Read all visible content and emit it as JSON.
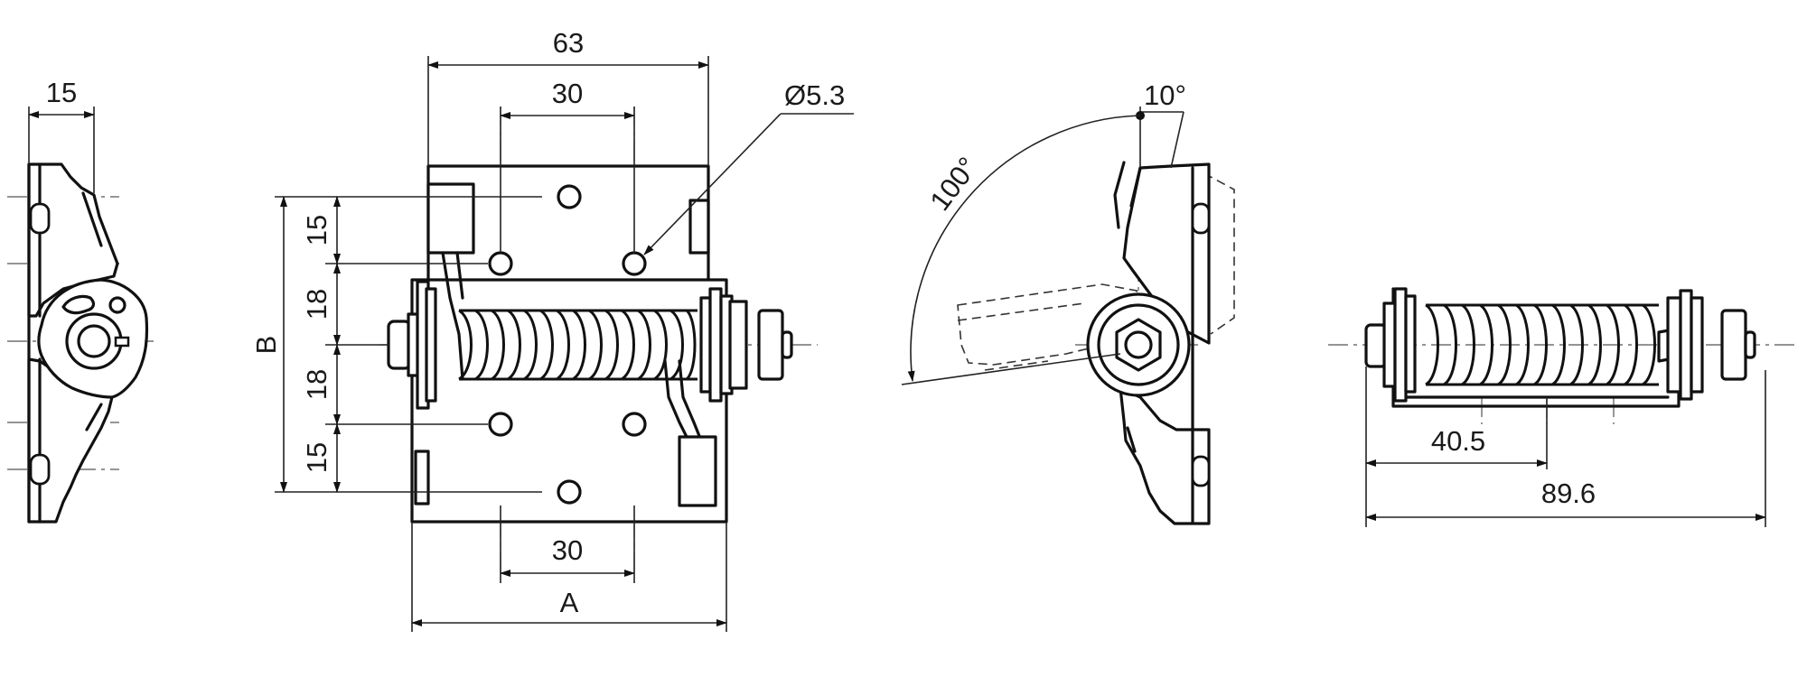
{
  "dimensions": {
    "side_width": "15",
    "overall_width": "63",
    "hole_spacing_top": "30",
    "hole_diameter": "Ø5.3",
    "v1": "15",
    "v2": "18",
    "v3": "18",
    "v4": "15",
    "height_label": "B",
    "hole_spacing_bottom": "30",
    "width_label": "A",
    "angle_small": "10°",
    "angle_large": "100°",
    "length_partial": "40.5",
    "length_overall": "89.6"
  }
}
